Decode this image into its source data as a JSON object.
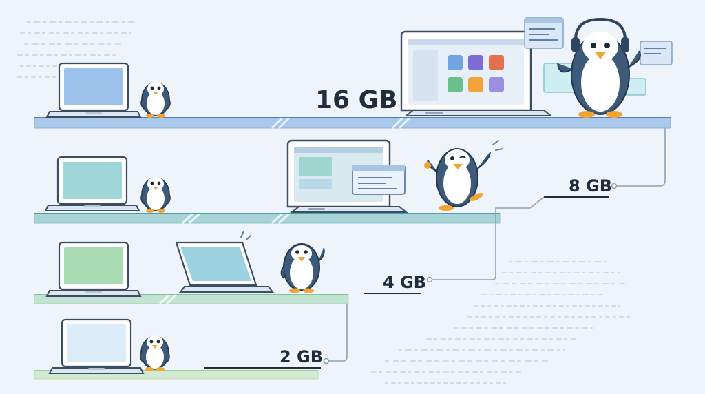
{
  "tiers": [
    {
      "id": "tier-16gb",
      "label": "16 GB"
    },
    {
      "id": "tier-8gb",
      "label": "8 GB"
    },
    {
      "id": "tier-4gb",
      "label": "4 GB"
    },
    {
      "id": "tier-2gb",
      "label": "2 GB"
    }
  ],
  "colors": {
    "background": "#eef4f9",
    "shelf_16gb": "#a9c8ea",
    "shelf_8gb": "#a8d4d8",
    "shelf_4gb": "#c3e3d2",
    "shelf_2gb": "#d4ead0",
    "line": "#1f2d3d",
    "connector": "#8da1b4",
    "penguin_body": "#3d5a79",
    "penguin_belly": "#ffffff",
    "penguin_beak": "#f3a533"
  },
  "icons": [
    "laptop-icon",
    "penguin-icon",
    "app-window-icon",
    "code-panel-icon",
    "headset-icon"
  ]
}
